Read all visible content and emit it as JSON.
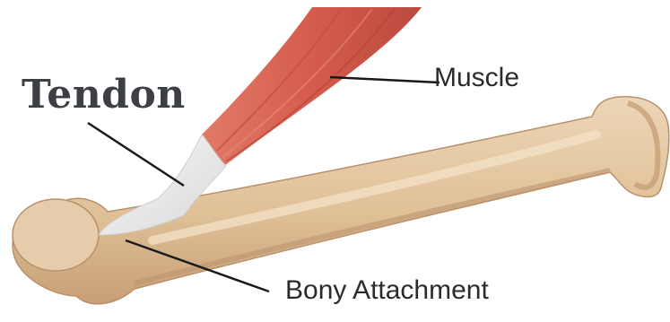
{
  "labels": {
    "tendon": "Tendon",
    "muscle": "Muscle",
    "bony_attachment": "Bony Attachment"
  },
  "colors": {
    "bone": "#e2c49f",
    "bone_shadow": "#c9a27a",
    "muscle": "#d96656",
    "muscle_dark": "#b8483c",
    "tendon": "#eeeeee",
    "leader_line": "#1a1a1a"
  }
}
